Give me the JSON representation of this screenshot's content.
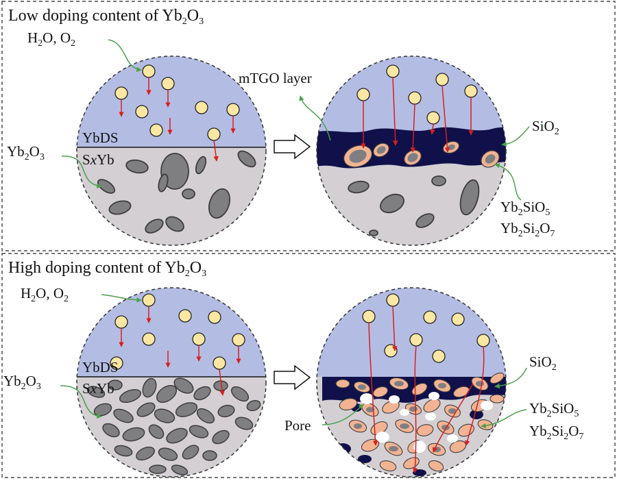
{
  "panels": {
    "top": {
      "title": "Low doping content of Yb",
      "title_sub1": "2",
      "title_mid": "O",
      "title_sub2": "3"
    },
    "bottom": {
      "title": "High doping content of Yb",
      "title_sub1": "2",
      "title_mid": "O",
      "title_sub2": "3"
    }
  },
  "labels": {
    "oxidants": "H",
    "oxidants_sub1": "2",
    "oxidants_mid": "O, O",
    "oxidants_sub2": "2",
    "ybds": "YbDS",
    "sxyb_s": "S",
    "sxyb_x": "x",
    "sxyb_yb": "Yb",
    "yb2o3_a": "Yb",
    "yb2o3_s1": "2",
    "yb2o3_b": "O",
    "yb2o3_s2": "3",
    "mtgo": "mTGO layer",
    "sio2_a": "SiO",
    "sio2_s": "2",
    "ys5_a": "Yb",
    "ys5_s1": "2",
    "ys5_b": "SiO",
    "ys5_s2": "5",
    "ys7_a": "Yb",
    "ys7_s1": "2",
    "ys7_b": "Si",
    "ys7_s2": "2",
    "ys7_c": "O",
    "ys7_s3": "7",
    "pore": "Pore"
  },
  "colors": {
    "ybds_fill": "#b3bde3",
    "substrate_fill": "#d3cfd3",
    "particle_fill": "#7f7f82",
    "particle_stroke": "#3c3c3e",
    "oxidant_fill": "#fbe6a2",
    "tgo_fill": "#10104a",
    "silicate_fill": "#f2b392",
    "arrow_red": "#d81e1e",
    "leader_green": "#4aa04a"
  }
}
